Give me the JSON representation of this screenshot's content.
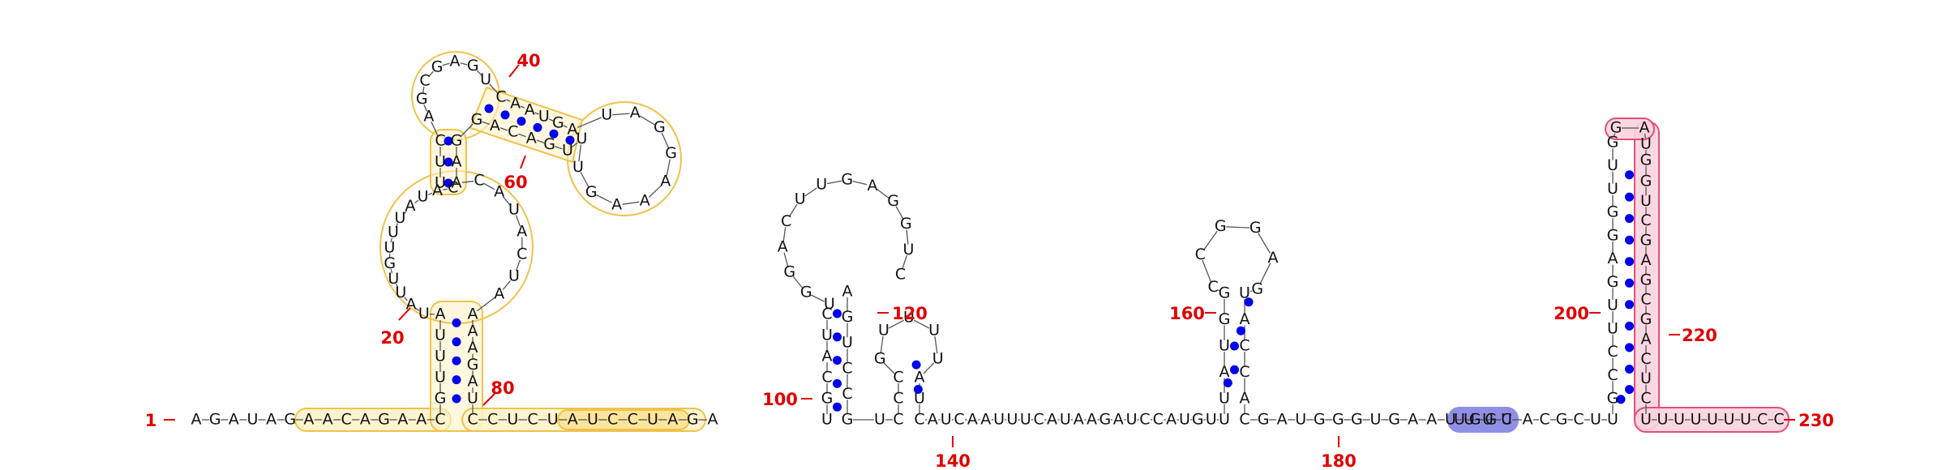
{
  "colors": {
    "pair_dot": "#0000ee",
    "number_label": "#e00000",
    "region_yellow_stroke": "#f0c24a",
    "region_yellow_fill": "#fff3c9",
    "region_blue_fill": "#8f8fe6",
    "region_pink_stroke": "#e0507a",
    "region_pink_fill": "#f9d3de"
  },
  "sequence": "AGAUAGAACAGAACGUUUAUAUUGUUUAUACUUCAGCGAGUCAAUGAUAGGAAAGUUUGACAGGAACAUACUAAAAGAUCCUCUAUCCUAGAUGCAUCUGGACUUGAGGUCAGUCCGUCCCGUUUUAUCAUCAAUUUCAUAAGAUCCAUGUUUAUGGCCGGAGUACCACGAUGGGUGAAUUUCUGGUACGCUUGCCUUGAGGUUGGAUGGUCGAGCGACUCUUUUUUUCC",
  "labels": [
    {
      "id": "n1",
      "text": "1"
    },
    {
      "id": "n20",
      "text": "20"
    },
    {
      "id": "n40",
      "text": "40"
    },
    {
      "id": "n60",
      "text": "60"
    },
    {
      "id": "n80",
      "text": "80"
    },
    {
      "id": "n100",
      "text": "100"
    },
    {
      "id": "n120",
      "text": "120"
    },
    {
      "id": "n140",
      "text": "140"
    },
    {
      "id": "n160",
      "text": "160"
    },
    {
      "id": "n180",
      "text": "180"
    },
    {
      "id": "n200",
      "text": "200"
    },
    {
      "id": "n220",
      "text": "220"
    },
    {
      "id": "n230",
      "text": "230"
    }
  ]
}
